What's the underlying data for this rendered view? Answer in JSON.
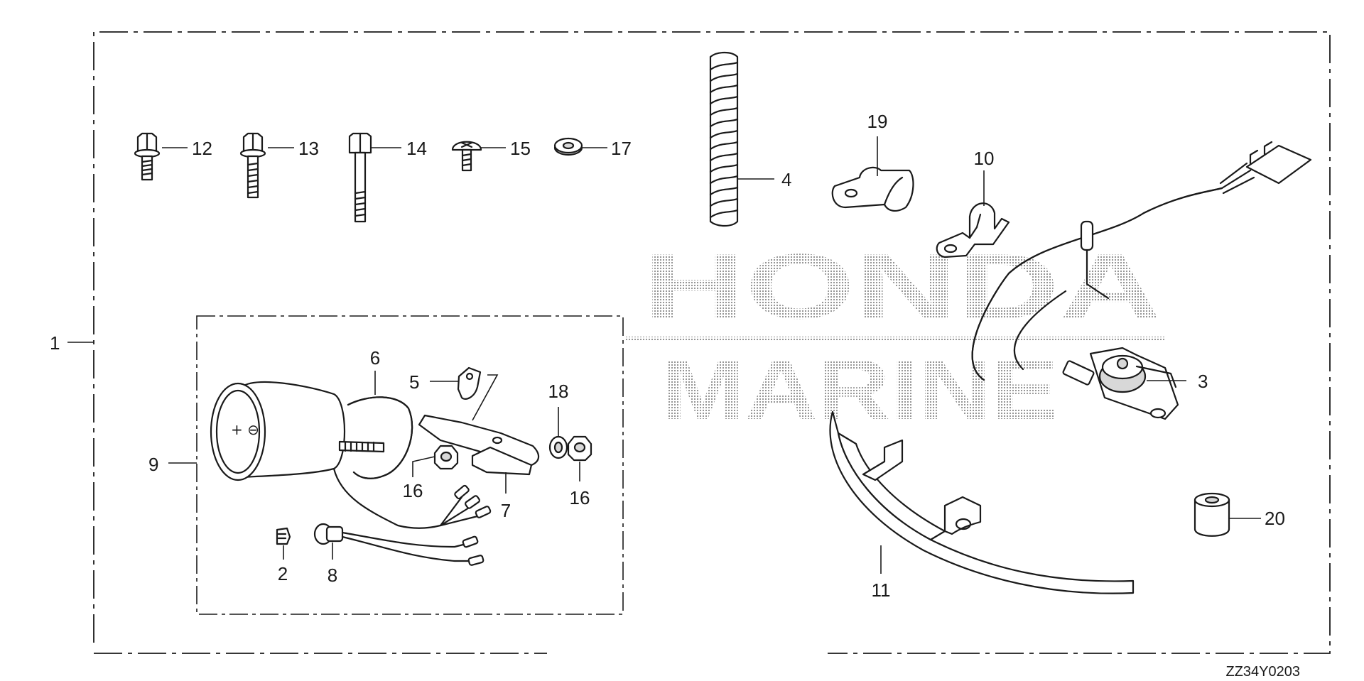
{
  "diagram_code": "ZZ34Y0203",
  "watermark": {
    "line1": "HONDA",
    "line2": "MARINE"
  },
  "callouts": {
    "c1": "1",
    "c2": "2",
    "c3": "3",
    "c4": "4",
    "c5": "5",
    "c6": "6",
    "c7": "7",
    "c8": "8",
    "c9": "9",
    "c10": "10",
    "c11": "11",
    "c12": "12",
    "c13": "13",
    "c14": "14",
    "c15": "15",
    "c16a": "16",
    "c16b": "16",
    "c17": "17",
    "c18": "18",
    "c19": "19",
    "c20": "20"
  }
}
